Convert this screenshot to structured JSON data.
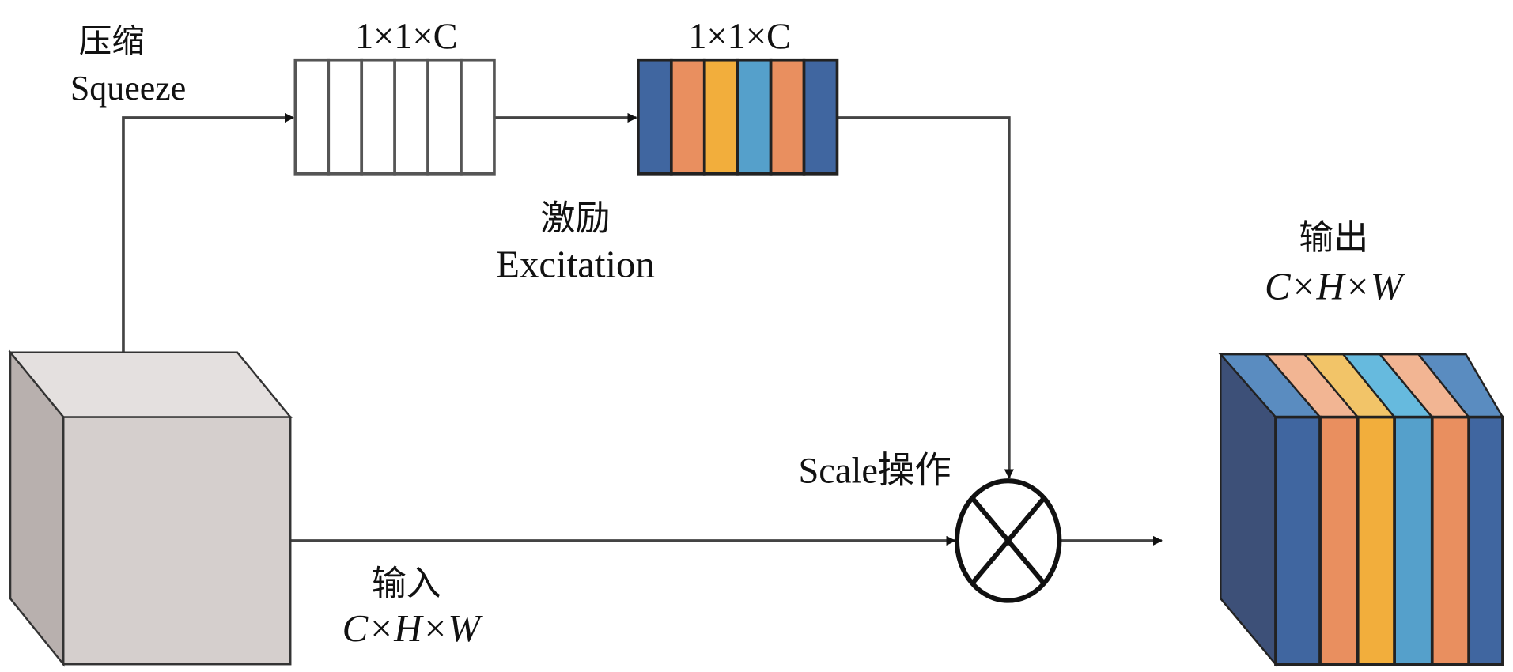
{
  "squeeze": {
    "label_cn": "压缩",
    "label_en": "Squeeze"
  },
  "excitation": {
    "label_cn": "激励",
    "label_en": "Excitation"
  },
  "vector1": {
    "dims": "1×1×C",
    "colors": [
      "#ffffff",
      "#ffffff",
      "#ffffff",
      "#ffffff",
      "#ffffff",
      "#ffffff"
    ]
  },
  "vector2": {
    "dims": "1×1×C",
    "colors": [
      "#4066a0",
      "#e98f5f",
      "#f2ae3c",
      "#55a0cb",
      "#e98f5f",
      "#4066a0"
    ]
  },
  "input": {
    "label_cn": "输入",
    "dims": "C×H×W"
  },
  "output": {
    "label_cn": "输出",
    "dims": "C×H×W",
    "front_colors": [
      "#4066a0",
      "#e98f5f",
      "#f2ae3c",
      "#55a0cb",
      "#e98f5f",
      "#4066a0"
    ],
    "top_colors": [
      "#5a8cc0",
      "#f2b593",
      "#f2c468",
      "#66bade",
      "#f2b593",
      "#5a8cc0"
    ]
  },
  "scale": {
    "label": "Scale操作"
  }
}
